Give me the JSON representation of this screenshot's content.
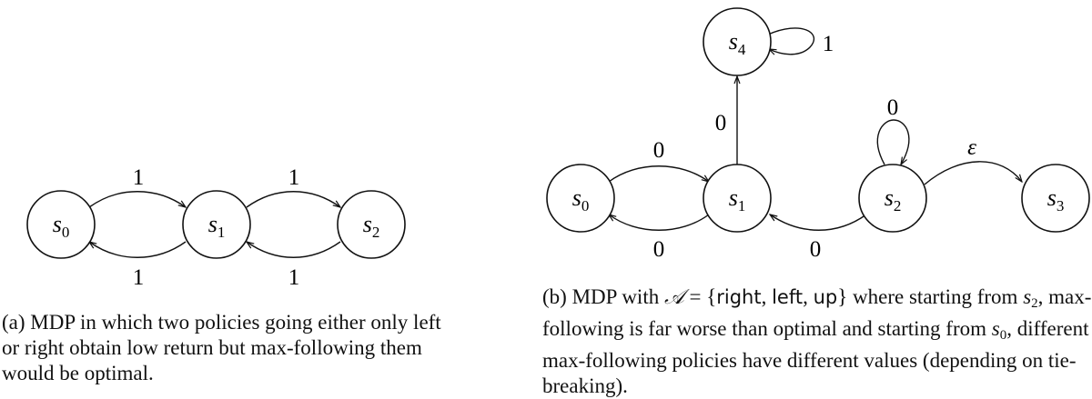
{
  "diagram_a": {
    "nodes": [
      {
        "id": "s0",
        "base": "s",
        "sub": "0"
      },
      {
        "id": "s1",
        "base": "s",
        "sub": "1"
      },
      {
        "id": "s2",
        "base": "s",
        "sub": "2"
      }
    ],
    "edges": [
      {
        "from": "s0",
        "to": "s1",
        "label": "1"
      },
      {
        "from": "s1",
        "to": "s0",
        "label": "1"
      },
      {
        "from": "s1",
        "to": "s2",
        "label": "1"
      },
      {
        "from": "s2",
        "to": "s1",
        "label": "1"
      }
    ]
  },
  "diagram_b": {
    "nodes": [
      {
        "id": "s0",
        "base": "s",
        "sub": "0"
      },
      {
        "id": "s1",
        "base": "s",
        "sub": "1"
      },
      {
        "id": "s2",
        "base": "s",
        "sub": "2"
      },
      {
        "id": "s3",
        "base": "s",
        "sub": "3"
      },
      {
        "id": "s4",
        "base": "s",
        "sub": "4"
      }
    ],
    "edges": [
      {
        "from": "s0",
        "to": "s1",
        "label": "0"
      },
      {
        "from": "s1",
        "to": "s0",
        "label": "0"
      },
      {
        "from": "s1",
        "to": "s4",
        "label": "0"
      },
      {
        "from": "s4",
        "to": "s4",
        "label": "1"
      },
      {
        "from": "s2",
        "to": "s2",
        "label": "0"
      },
      {
        "from": "s2",
        "to": "s1",
        "label": "0"
      },
      {
        "from": "s2",
        "to": "s3",
        "label": "ε"
      }
    ]
  },
  "caption_a": {
    "text": "(a) MDP in which two policies going either only left or right obtain low return but max-following them would be optimal."
  },
  "caption_b": {
    "p1": "(b) MDP with ",
    "set_symbol": "𝒜",
    "eq": " = {",
    "act_right": "right",
    "comma1": ", ",
    "act_left": "left",
    "comma2": ", ",
    "act_up": "up",
    "close": "}",
    "p2": " where starting from ",
    "s2_base": "s",
    "s2_sub": "2",
    "p3": ", max-following is far worse than optimal and starting from ",
    "s0_base": "s",
    "s0_sub": "0",
    "p4": ", different max-following policies have different values (depending on tie-breaking)."
  }
}
